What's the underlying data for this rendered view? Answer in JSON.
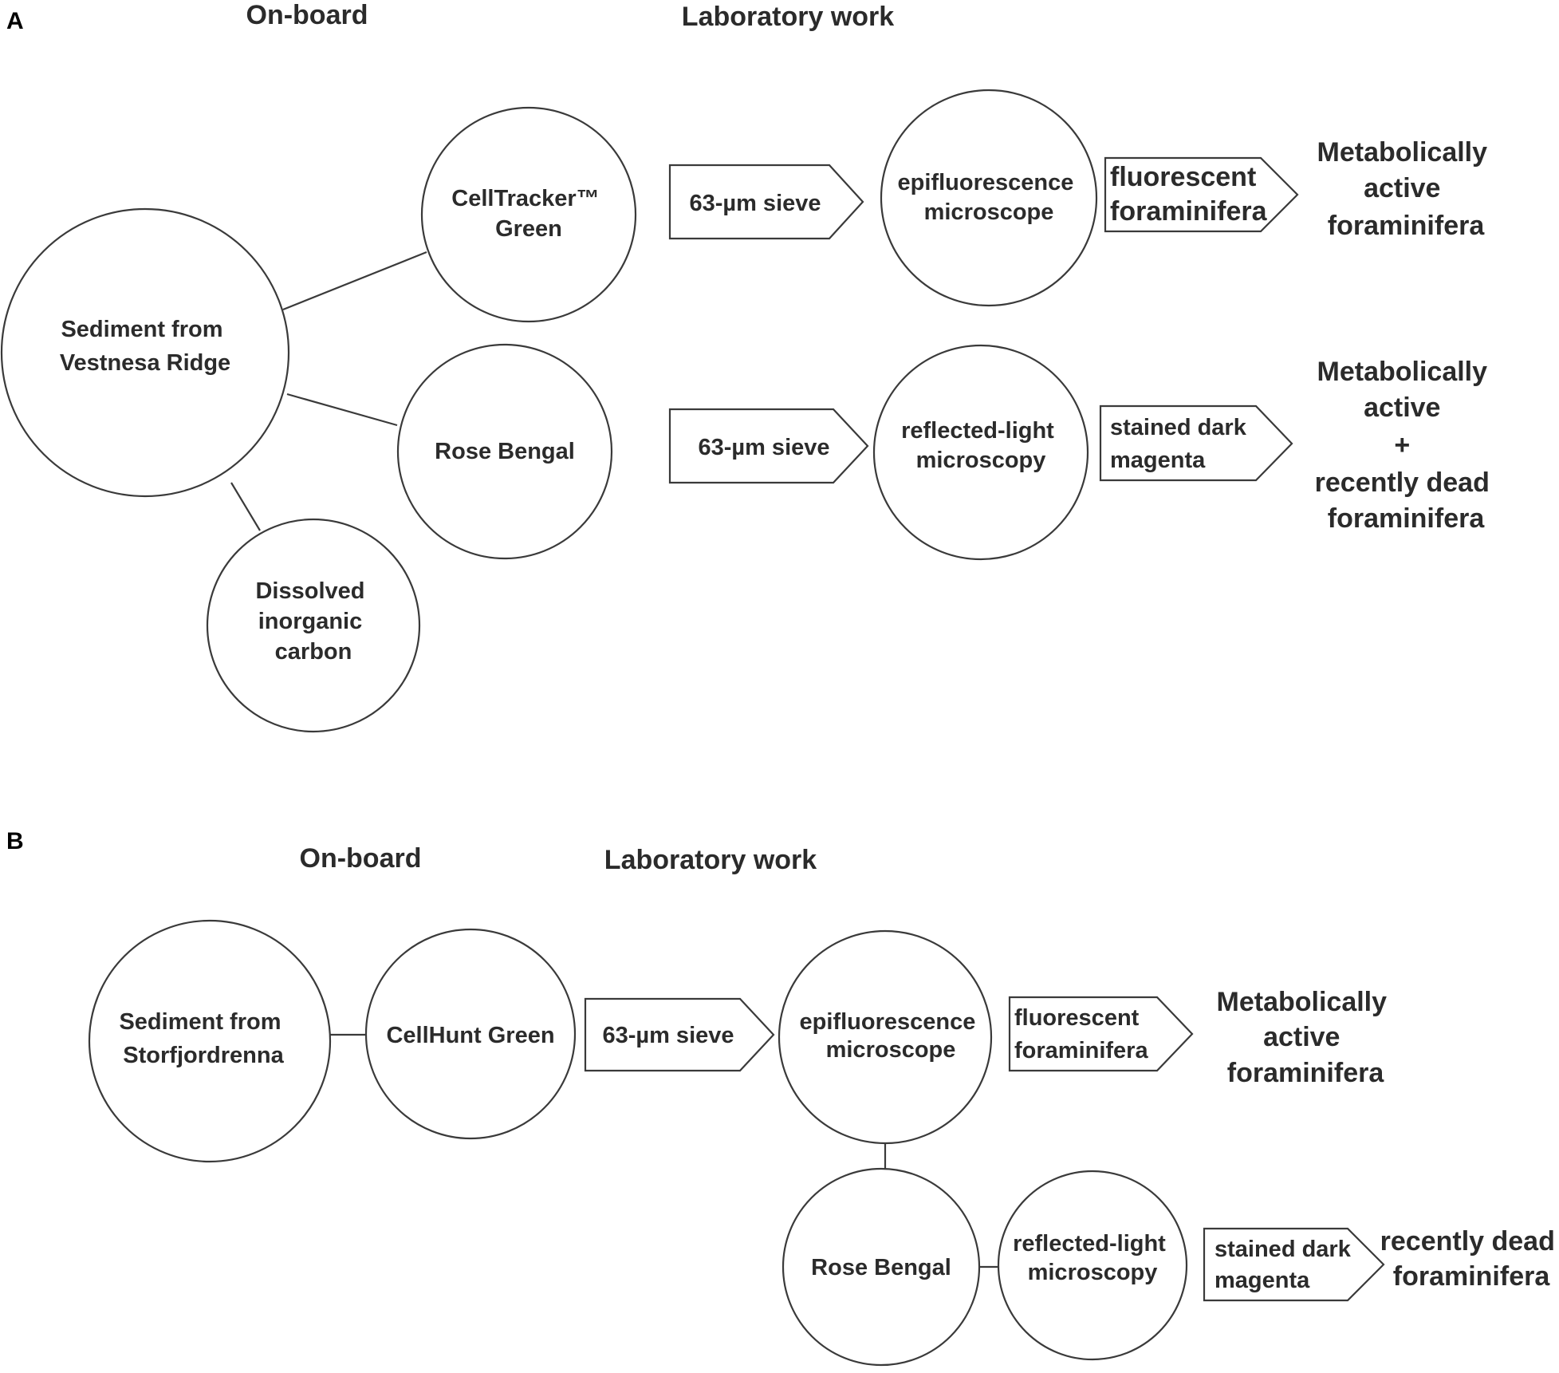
{
  "panel_a": {
    "label": "A",
    "onboard_title": "On-board",
    "lab_title": "Laboratory work",
    "sediment": [
      "Sediment from",
      "Vestnesa Ridge"
    ],
    "celltracker": [
      "CellTracker™",
      "Green"
    ],
    "rose_bengal": [
      "Rose Bengal"
    ],
    "dic": [
      "Dissolved",
      "inorganic",
      "carbon"
    ],
    "sieve_top": "63-µm  sieve",
    "sieve_bottom": "63-µm  sieve",
    "epifluorescence": [
      "epifluorescence",
      "microscope"
    ],
    "reflected": [
      "reflected-light",
      "microscopy"
    ],
    "fluorescent": [
      "fluorescent",
      "foraminifera"
    ],
    "stained": [
      "stained dark",
      "magenta"
    ],
    "result_top": [
      "Metabolically",
      "active",
      "foraminifera"
    ],
    "result_bottom": [
      "Metabolically",
      "active",
      "+",
      "recently dead",
      "foraminifera"
    ]
  },
  "panel_b": {
    "label": "B",
    "onboard_title": "On-board",
    "lab_title": "Laboratory work",
    "sediment": [
      "Sediment from",
      "Storfjordrenna"
    ],
    "cellhunt": [
      "CellHunt Green"
    ],
    "sieve": "63-µm  sieve",
    "epifluorescence": [
      "epifluorescence",
      "microscope"
    ],
    "fluorescent": [
      "fluorescent",
      "foraminifera"
    ],
    "result_top": [
      "Metabolically",
      "active",
      "foraminifera"
    ],
    "rose_bengal": [
      "Rose Bengal"
    ],
    "reflected": [
      "reflected-light",
      "microscopy"
    ],
    "stained": [
      "stained dark",
      "magenta"
    ],
    "result_bottom": [
      "recently dead",
      "foraminifera"
    ]
  }
}
